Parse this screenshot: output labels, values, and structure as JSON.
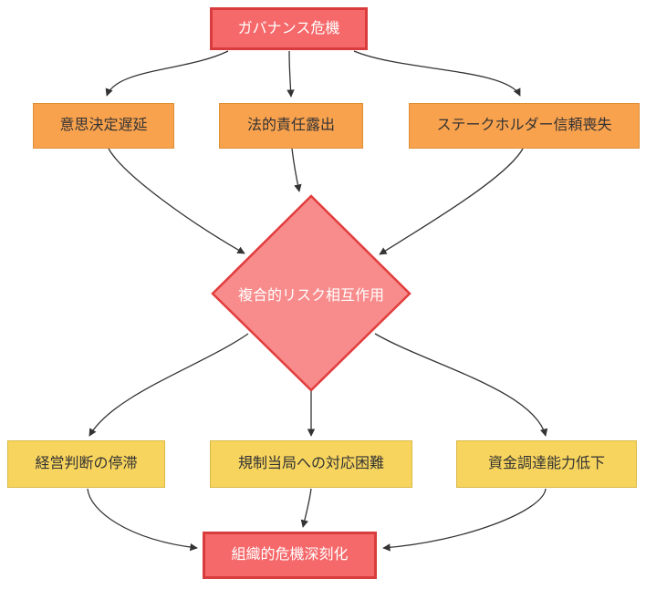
{
  "diagram": {
    "type": "flowchart",
    "direction": "top-down",
    "background_color": "#FFFFFF",
    "edge_color": "#333333",
    "nodes": [
      {
        "id": "governance-crisis",
        "label": "ガバナンス危機",
        "shape": "rectangle",
        "fill": "#F5696B",
        "stroke": "#D83C3C",
        "text_color": "#FFFFFF"
      },
      {
        "id": "decision-delay",
        "label": "意思決定遅延",
        "shape": "rectangle",
        "fill": "#F9A24E",
        "stroke": "#DE8F33",
        "text_color": "#333333"
      },
      {
        "id": "legal-liability-exposure",
        "label": "法的責任露出",
        "shape": "rectangle",
        "fill": "#F9A24E",
        "stroke": "#DE8F33",
        "text_color": "#333333"
      },
      {
        "id": "stakeholder-trust-loss",
        "label": "ステークホルダー信頼喪失",
        "shape": "rectangle",
        "fill": "#F9A24E",
        "stroke": "#DE8F33",
        "text_color": "#333333"
      },
      {
        "id": "compound-risk-interaction",
        "label": "複合的リスク相互作用",
        "shape": "diamond",
        "fill": "#F88B8B",
        "stroke": "#E23D3D",
        "text_color": "#FFFFFF"
      },
      {
        "id": "management-judgment-stagnation",
        "label": "経営判断の停滞",
        "shape": "rectangle",
        "fill": "#F7D45E",
        "stroke": "#D9B945",
        "text_color": "#333333"
      },
      {
        "id": "regulatory-response-difficulty",
        "label": "規制当局への対応困難",
        "shape": "rectangle",
        "fill": "#F7D45E",
        "stroke": "#D9B945",
        "text_color": "#333333"
      },
      {
        "id": "funding-capacity-decline",
        "label": "資金調達能力低下",
        "shape": "rectangle",
        "fill": "#F7D45E",
        "stroke": "#D9B945",
        "text_color": "#333333"
      },
      {
        "id": "organizational-crisis-deepening",
        "label": "組織的危機深刻化",
        "shape": "rectangle",
        "fill": "#F5696B",
        "stroke": "#D83C3C",
        "text_color": "#FFFFFF"
      }
    ],
    "edges": [
      {
        "from": "governance-crisis",
        "to": "decision-delay"
      },
      {
        "from": "governance-crisis",
        "to": "legal-liability-exposure"
      },
      {
        "from": "governance-crisis",
        "to": "stakeholder-trust-loss"
      },
      {
        "from": "decision-delay",
        "to": "compound-risk-interaction"
      },
      {
        "from": "legal-liability-exposure",
        "to": "compound-risk-interaction"
      },
      {
        "from": "stakeholder-trust-loss",
        "to": "compound-risk-interaction"
      },
      {
        "from": "compound-risk-interaction",
        "to": "management-judgment-stagnation"
      },
      {
        "from": "compound-risk-interaction",
        "to": "regulatory-response-difficulty"
      },
      {
        "from": "compound-risk-interaction",
        "to": "funding-capacity-decline"
      },
      {
        "from": "management-judgment-stagnation",
        "to": "organizational-crisis-deepening"
      },
      {
        "from": "regulatory-response-difficulty",
        "to": "organizational-crisis-deepening"
      },
      {
        "from": "funding-capacity-decline",
        "to": "organizational-crisis-deepening"
      }
    ]
  }
}
